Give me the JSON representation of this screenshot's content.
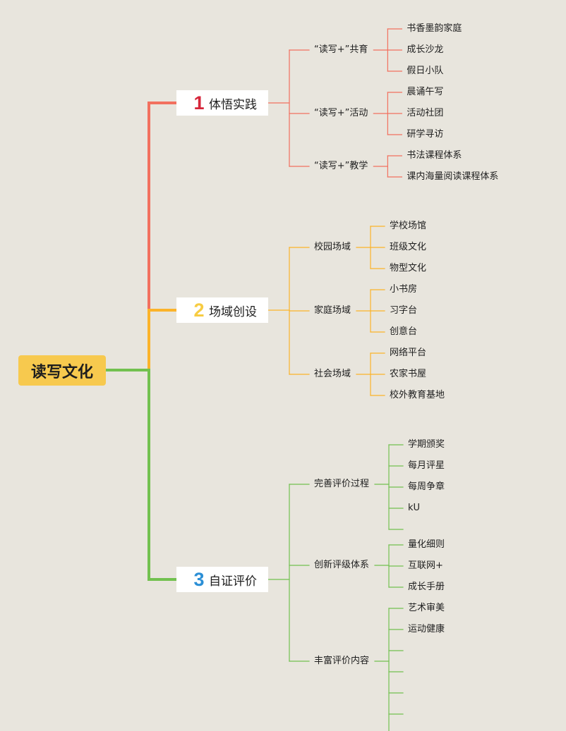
{
  "root": {
    "label": "读写文化"
  },
  "branches": [
    {
      "number": "1",
      "label": "体悟实践",
      "color": "#f2705f",
      "number_color": "#d6263a",
      "subs": [
        {
          "label": "“读写+”共育",
          "leaves": [
            "书香墨韵家庭",
            "成长沙龙",
            "假日小队"
          ]
        },
        {
          "label": "“读写+”活动",
          "leaves": [
            "晨诵午写",
            "活动社团",
            "研学寻访"
          ]
        },
        {
          "label": "“读写+”教学",
          "leaves": [
            "书法课程体系",
            "课内海量阅读课程体系"
          ]
        }
      ]
    },
    {
      "number": "2",
      "label": "场域创设",
      "color": "#fbb32a",
      "number_color": "#f7cc42",
      "subs": [
        {
          "label": "校园场域",
          "leaves": [
            "学校场馆",
            "班级文化",
            "物型文化"
          ]
        },
        {
          "label": "家庭场域",
          "leaves": [
            "小书房",
            "习字台",
            "创意台"
          ]
        },
        {
          "label": "社会场域",
          "leaves": [
            "网络平台",
            "农家书屋",
            "校外教育基地"
          ]
        }
      ]
    },
    {
      "number": "3",
      "label": "自证评价",
      "color": "#72c14f",
      "number_color": "#2b8fd6",
      "subs": [
        {
          "label": "完善评价过程",
          "leaves": [
            "学期颁奖",
            "每月评星",
            "每周争章",
            "kU",
            ""
          ]
        },
        {
          "label": "创新评级体系",
          "leaves": [
            "量化细则",
            "互联网+",
            "成长手册"
          ]
        },
        {
          "label": "丰富评价内容",
          "leaves": [
            "艺术审美",
            "运动健康",
            "",
            "",
            "",
            "",
            ""
          ]
        }
      ]
    }
  ]
}
